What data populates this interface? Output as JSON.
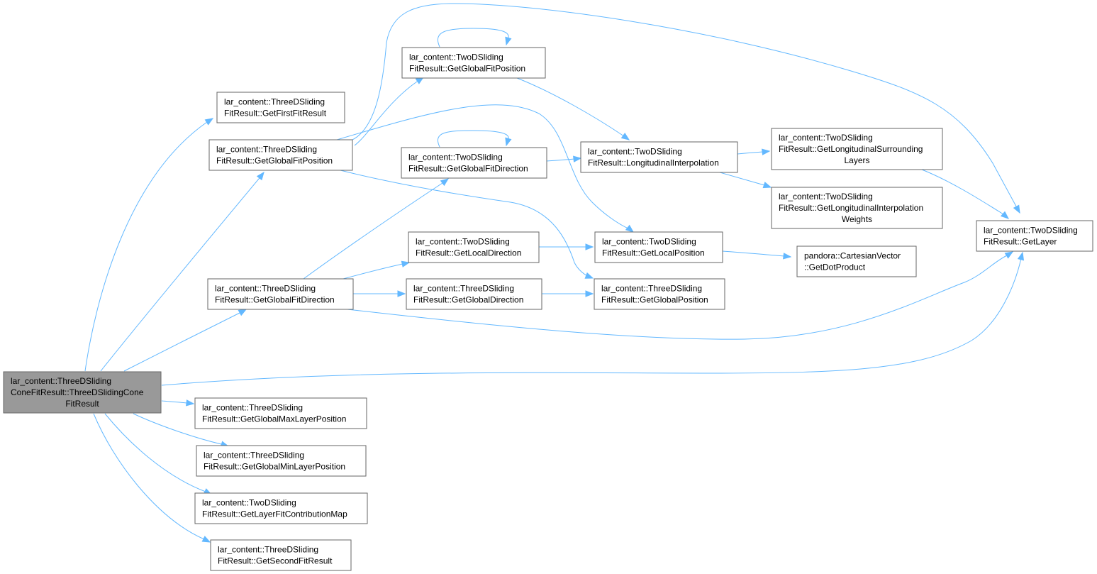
{
  "colors": {
    "edge": "#63b8ff",
    "node_border": "#666666",
    "root_fill": "#999999",
    "node_fill": "#ffffff"
  },
  "nodes": {
    "root": [
      "lar_content::ThreeDSliding",
      "ConeFitResult::ThreeDSlidingCone",
      "FitResult"
    ],
    "getFirstFitResult": [
      "lar_content::ThreeDSliding",
      "FitResult::GetFirstFitResult"
    ],
    "getGlobalFitPosition3D": [
      "lar_content::ThreeDSliding",
      "FitResult::GetGlobalFitPosition"
    ],
    "getGlobalFitDirection3D": [
      "lar_content::ThreeDSliding",
      "FitResult::GetGlobalFitDirection"
    ],
    "getGlobalMaxLayerPosition": [
      "lar_content::ThreeDSliding",
      "FitResult::GetGlobalMaxLayerPosition"
    ],
    "getGlobalMinLayerPosition": [
      "lar_content::ThreeDSliding",
      "FitResult::GetGlobalMinLayerPosition"
    ],
    "getLayerFitContributionMap": [
      "lar_content::TwoDSliding",
      "FitResult::GetLayerFitContributionMap"
    ],
    "getSecondFitResult": [
      "lar_content::ThreeDSliding",
      "FitResult::GetSecondFitResult"
    ],
    "getGlobalFitPosition2D": [
      "lar_content::TwoDSliding",
      "FitResult::GetGlobalFitPosition"
    ],
    "getGlobalFitDirection2D": [
      "lar_content::TwoDSliding",
      "FitResult::GetGlobalFitDirection"
    ],
    "getLocalDirection": [
      "lar_content::TwoDSliding",
      "FitResult::GetLocalDirection"
    ],
    "getGlobalDirection3D": [
      "lar_content::ThreeDSliding",
      "FitResult::GetGlobalDirection"
    ],
    "longitudinalInterpolation": [
      "lar_content::TwoDSliding",
      "FitResult::LongitudinalInterpolation"
    ],
    "getLocalPosition": [
      "lar_content::TwoDSliding",
      "FitResult::GetLocalPosition"
    ],
    "getGlobalPosition3D": [
      "lar_content::ThreeDSliding",
      "FitResult::GetGlobalPosition"
    ],
    "getLongitudinalSurroundingLayers": [
      "lar_content::TwoDSliding",
      "FitResult::GetLongitudinalSurrounding",
      "Layers"
    ],
    "getLongitudinalInterpolationWeights": [
      "lar_content::TwoDSliding",
      "FitResult::GetLongitudinalInterpolation",
      "Weights"
    ],
    "getDotProduct": [
      "pandora::CartesianVector",
      "::GetDotProduct"
    ],
    "getLayer": [
      "lar_content::TwoDSliding",
      "FitResult::GetLayer"
    ]
  },
  "edges": [
    [
      "root",
      "getFirstFitResult"
    ],
    [
      "root",
      "getGlobalFitPosition3D"
    ],
    [
      "root",
      "getGlobalFitDirection3D"
    ],
    [
      "root",
      "getLayer"
    ],
    [
      "root",
      "getGlobalMaxLayerPosition"
    ],
    [
      "root",
      "getGlobalMinLayerPosition"
    ],
    [
      "root",
      "getLayerFitContributionMap"
    ],
    [
      "root",
      "getSecondFitResult"
    ],
    [
      "getGlobalFitPosition3D",
      "getGlobalFitPosition2D"
    ],
    [
      "getGlobalFitPosition3D",
      "getLayer"
    ],
    [
      "getGlobalFitPosition3D",
      "getLocalPosition"
    ],
    [
      "getGlobalFitPosition3D",
      "getGlobalPosition3D"
    ],
    [
      "getGlobalFitPosition2D",
      "getGlobalFitPosition2D"
    ],
    [
      "getGlobalFitPosition2D",
      "longitudinalInterpolation"
    ],
    [
      "getGlobalFitDirection3D",
      "getGlobalFitDirection2D"
    ],
    [
      "getGlobalFitDirection3D",
      "getLocalDirection"
    ],
    [
      "getGlobalFitDirection3D",
      "getGlobalDirection3D"
    ],
    [
      "getGlobalFitDirection3D",
      "getLayer"
    ],
    [
      "getGlobalFitDirection2D",
      "getGlobalFitDirection2D"
    ],
    [
      "getGlobalFitDirection2D",
      "longitudinalInterpolation"
    ],
    [
      "getLocalDirection",
      "getLocalPosition"
    ],
    [
      "getGlobalDirection3D",
      "getGlobalPosition3D"
    ],
    [
      "longitudinalInterpolation",
      "getLongitudinalSurroundingLayers"
    ],
    [
      "longitudinalInterpolation",
      "getLongitudinalInterpolationWeights"
    ],
    [
      "getLongitudinalSurroundingLayers",
      "getLayer"
    ],
    [
      "getLocalPosition",
      "getDotProduct"
    ]
  ]
}
